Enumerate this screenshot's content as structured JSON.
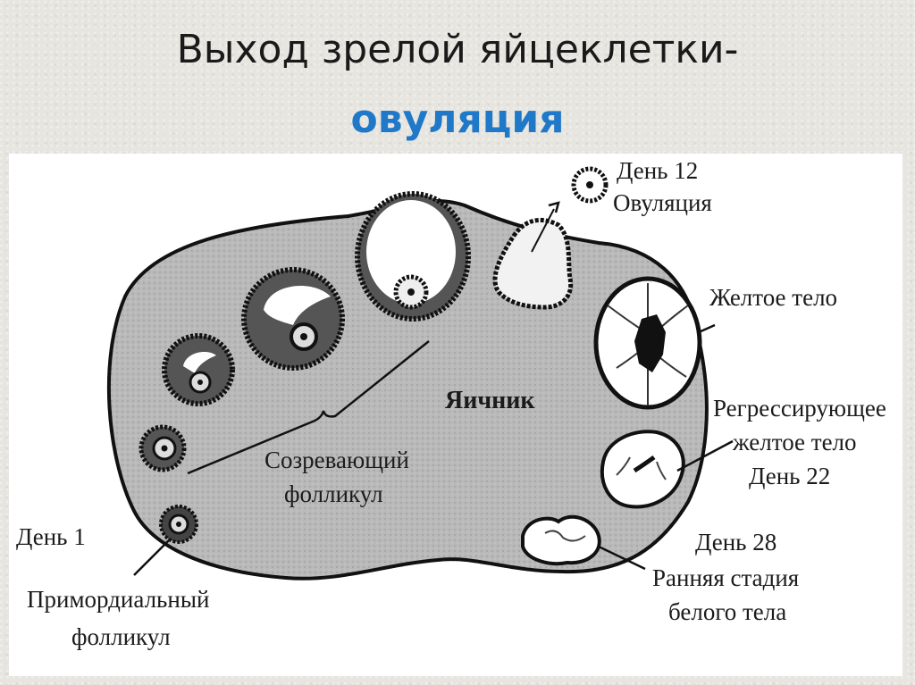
{
  "title": {
    "line1": "Выход зрелой яйцеклетки-",
    "line2": "овуляция"
  },
  "labels": {
    "day12": "День 12",
    "ovulation": "Овуляция",
    "corpus_luteum": "Желтое тело",
    "regressing_1": "Регрессирующее",
    "regressing_2": "желтое тело",
    "day22": "День 22",
    "ovary": "Яичник",
    "maturing_1": "Созревающий",
    "maturing_2": "фолликул",
    "day1": "День 1",
    "primordial_1": "Примордиальный",
    "primordial_2": "фолликул",
    "day28": "День 28",
    "early_stage_1": "Ранняя стадия",
    "early_stage_2": "белого тела"
  },
  "colors": {
    "title_accent": "#1f78c8",
    "ovary_fill": "#b9b9b9"
  }
}
